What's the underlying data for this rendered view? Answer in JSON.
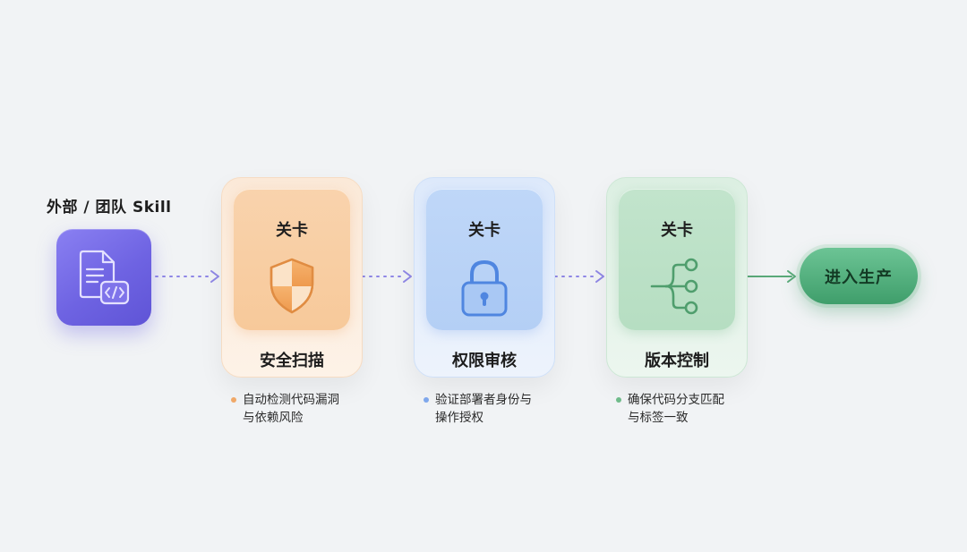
{
  "source": {
    "title": "外部 / 团队 Skill",
    "icon": "code-document-icon",
    "color": "#6e63e2"
  },
  "gates": [
    {
      "label": "关卡",
      "name": "安全扫描",
      "icon": "shield-icon",
      "accent": "#f0a868",
      "desc_lines": [
        "自动检测代码漏洞",
        "与依赖风险"
      ]
    },
    {
      "label": "关卡",
      "name": "权限审核",
      "icon": "lock-icon",
      "accent": "#5b8fe8",
      "desc_lines": [
        "验证部署者身份与",
        "操作授权"
      ]
    },
    {
      "label": "关卡",
      "name": "版本控制",
      "icon": "branch-icon",
      "accent": "#5aa979",
      "desc_lines": [
        "确保代码分支匹配",
        "与标签一致"
      ]
    }
  ],
  "destination": {
    "label": "进入生产",
    "color": "#3f9e6b"
  }
}
